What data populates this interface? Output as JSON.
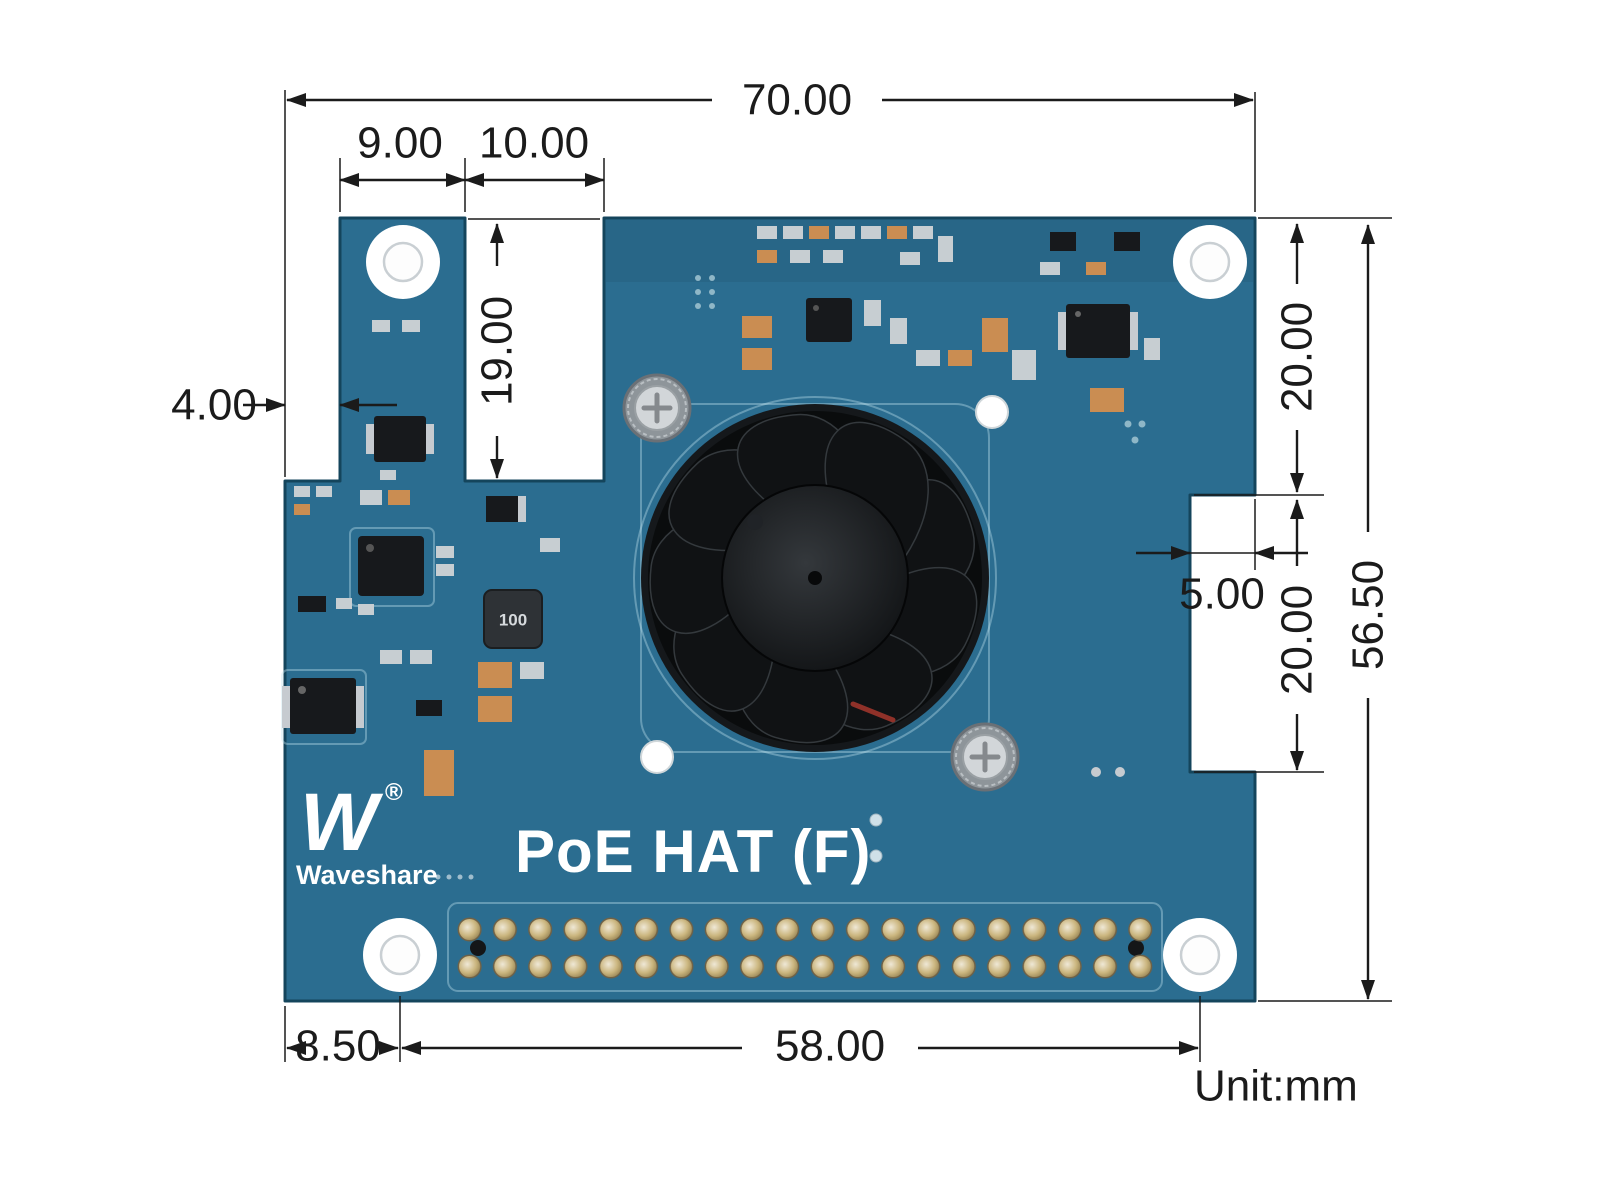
{
  "board": {
    "title": "PoE HAT (F)",
    "brand": "Waveshare",
    "registered": "®",
    "logo_glyph": "W",
    "inductor_label": "100"
  },
  "dimensions": {
    "total_width": "70.00",
    "tab_width": "9.00",
    "notch_width": "10.00",
    "notch_depth": "19.00",
    "left_edge_to_tab": "4.00",
    "right_upper_height": "20.00",
    "right_notch_depth": "5.00",
    "right_lower_height": "20.00",
    "total_height": "56.50",
    "edge_to_hole": "8.50",
    "hole_spacing": "58.00"
  },
  "unit": {
    "label": "Unit:mm"
  },
  "colors": {
    "pcb": "#2b6d90",
    "pcb_edge": "#14455c",
    "dimension": "#1b1b1b"
  }
}
